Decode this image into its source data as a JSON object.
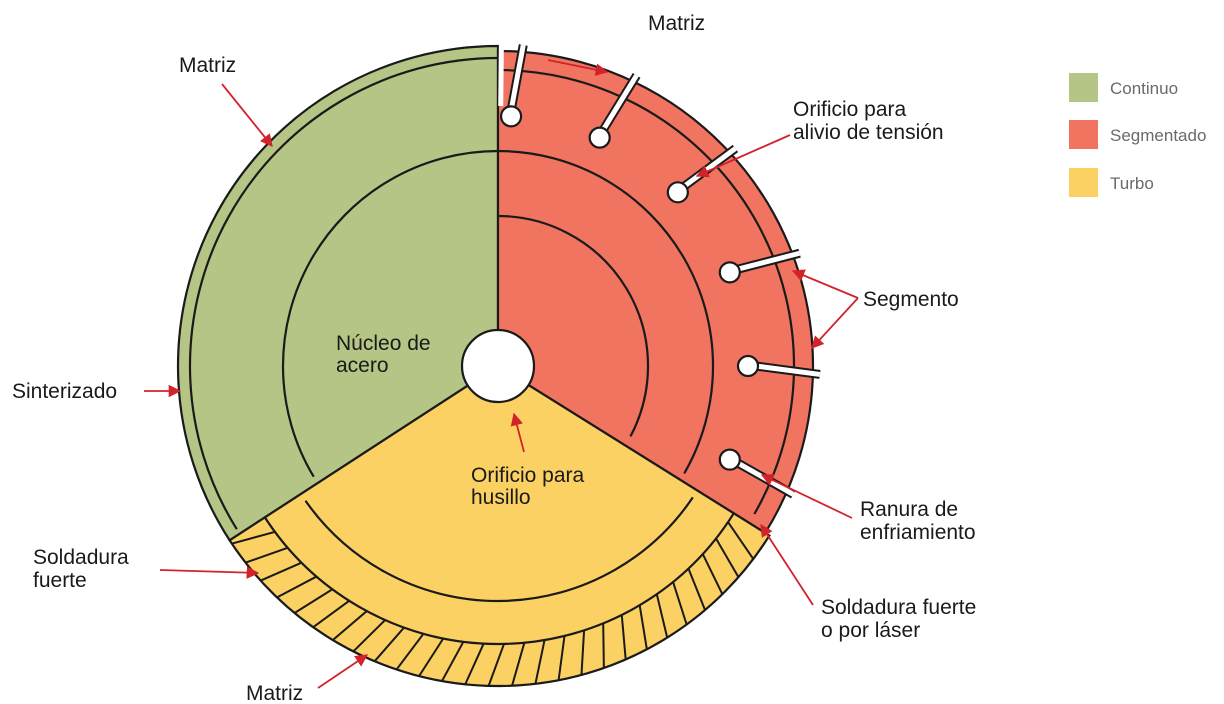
{
  "labels": {
    "matriz_top": "Matriz",
    "matriz_left": "Matriz",
    "matriz_bottom": "Matriz",
    "orificio_alivio": [
      "Orificio para",
      "alivio de tensión"
    ],
    "segmento": "Segmento",
    "nucleo": [
      "Núcleo de",
      "acero"
    ],
    "sinterizado": "Sinterizado",
    "orificio_husillo": [
      "Orificio para",
      "husillo"
    ],
    "ranura": [
      "Ranura de",
      "enfriamiento"
    ],
    "soldadura_fuerte": [
      "Soldadura",
      "fuerte"
    ],
    "soldadura_laser": [
      "Soldadura fuerte",
      "o por láser"
    ]
  },
  "legend": [
    {
      "label": "Continuo",
      "color": "#b5c585"
    },
    {
      "label": "Segmentado",
      "color": "#f07460"
    },
    {
      "label": "Turbo",
      "color": "#fcd163"
    }
  ],
  "colors": {
    "continuo": "#b5c585",
    "segmentado": "#f07460",
    "turbo": "#fcd163",
    "arrow": "#d2232a"
  }
}
